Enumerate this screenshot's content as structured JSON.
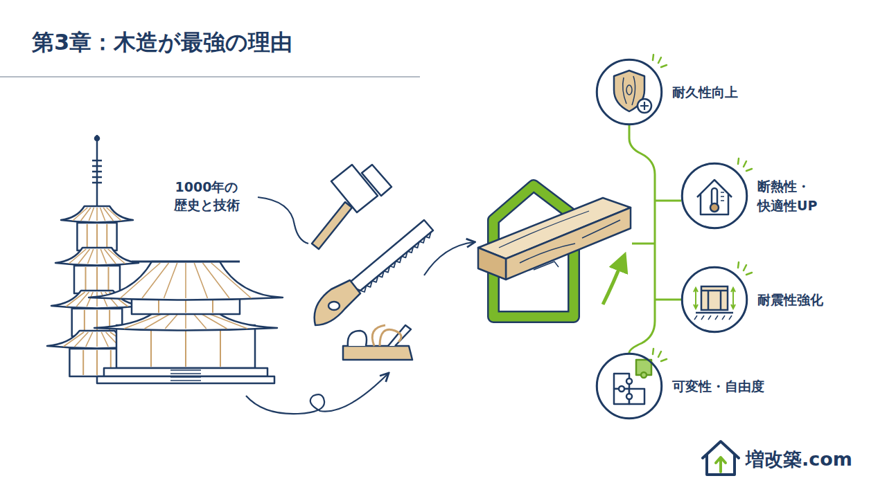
{
  "diagram": {
    "title": "第3章：木造が最強の理由",
    "nodes": [
      {
        "text": [
          "耐久性向上"
        ]
      },
      {
        "text": [
          "断熱性・ 快適性UP"
        ]
      },
      {
        "text": [
          "耐震性強化"
        ]
      },
      {
        "text": [
          "可変性・自由度"
        ]
      }
    ],
    "labels": [
      "1000年の 歴史と技術",
      "増改築.com"
    ]
  }
}
